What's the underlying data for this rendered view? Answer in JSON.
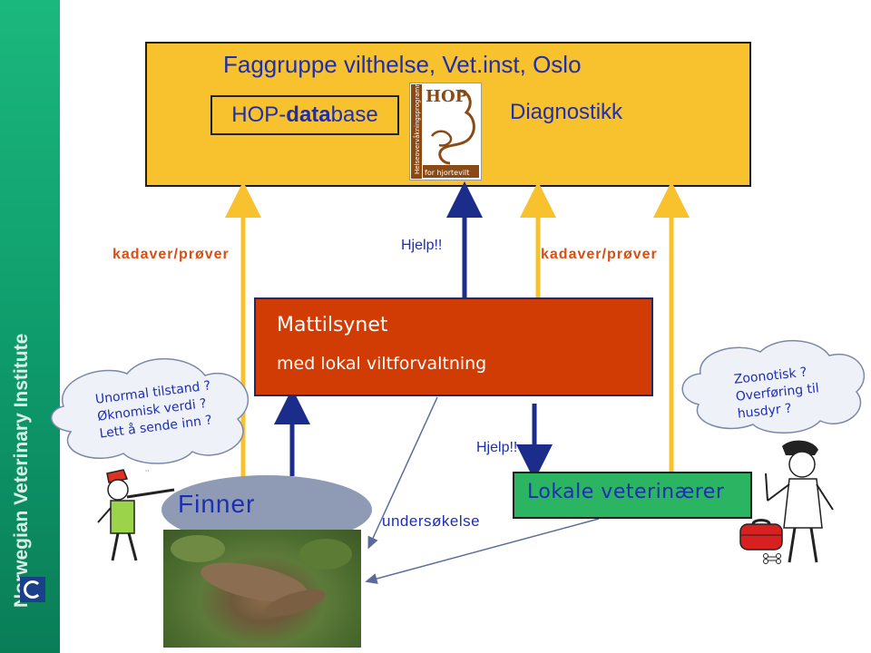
{
  "sidebar": {
    "organization": "Norwegian Veterinary Institute"
  },
  "top_box": {
    "title": "Faggruppe vilthelse, Vet.inst, Oslo",
    "hop_database_prefix": "HOP-",
    "hop_database_bold": "data",
    "hop_database_suffix": "base",
    "diagnostikk": "Diagnostikk",
    "hop_logo": {
      "text_big": "HOP",
      "text_side": "Helseovervåkningsprogrammet",
      "text_bottom": "for hjortevilt"
    }
  },
  "labels": {
    "kadaver_left": "kadaver/prøver",
    "kadaver_right": "kadaver/prøver",
    "hjelp_top": "Hjelp!!",
    "hjelp_bottom": "Hjelp!!",
    "undersokelse": "undersøkelse"
  },
  "mattilsynet": {
    "title": "Mattilsynet",
    "subtitle": "med lokal viltforvaltning"
  },
  "cloud_left": {
    "lines": [
      "Unormal tilstand ?",
      "Øknomisk verdi ?",
      "Lett å sende inn ?"
    ]
  },
  "cloud_right": {
    "lines": [
      "Zoonotisk ?",
      "Overføring til",
      "husdyr ?"
    ]
  },
  "finner": {
    "label": " Finner "
  },
  "lokale": {
    "label": "Lokale veterinærer"
  },
  "colors": {
    "yellow_box": "#f8c12e",
    "red_box": "#d13b04",
    "green_box": "#2bb563",
    "text_blue": "#1d2fb0",
    "arrow_yellow": "#f8c12e",
    "arrow_navy": "#1c2c8a",
    "label_orange": "#d94e12"
  },
  "icons": [
    "hunter-figure-icon",
    "veterinarian-figure-icon",
    "doctor-bag-icon",
    "bone-icon",
    "dead-deer-photo"
  ]
}
